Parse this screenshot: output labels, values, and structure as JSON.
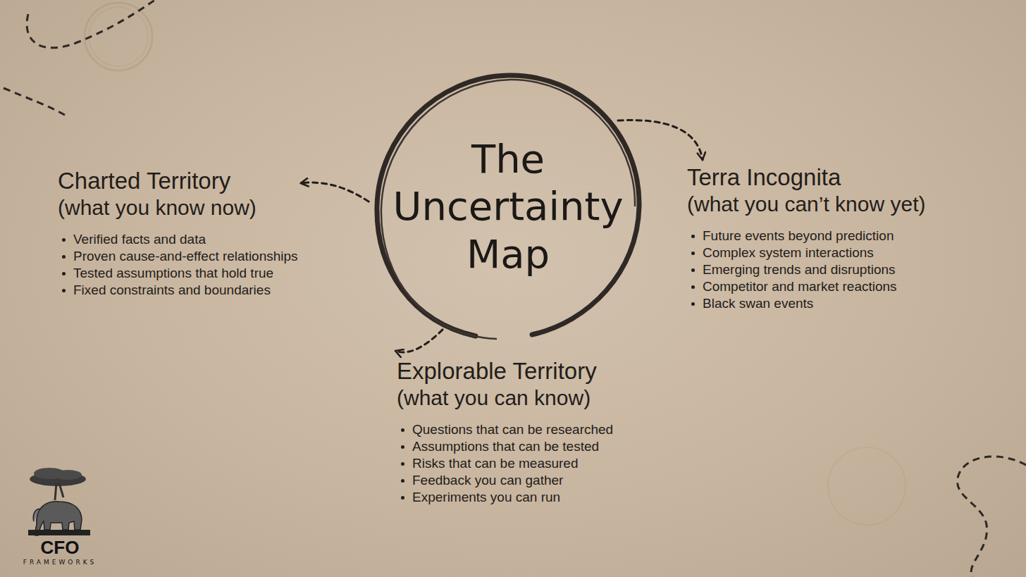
{
  "diagram": {
    "nodes": [
      {
        "text": [
          "The Uncertainty Map"
        ]
      },
      {
        "text": [
          "Charted Territory",
          "(what you know now)",
          "Verified facts and data",
          "Proven cause-and-effect relationships",
          "Tested assumptions that hold true",
          "Fixed constraints and boundaries"
        ]
      },
      {
        "text": [
          "Terra Incognita",
          "(what you can’t know yet)",
          "Future events beyond prediction",
          "Complex system interactions",
          "Emerging trends and disruptions",
          "Competitor and market reactions",
          "Black swan events"
        ]
      },
      {
        "text": [
          "Explorable Territory",
          "(what you can know)",
          "Questions that can be researched",
          "Assumptions that can be tested",
          "Risks that can be measured",
          "Feedback you can gather",
          "Experiments you can run"
        ]
      }
    ],
    "edges": [
      {
        "from": 0,
        "to": 1,
        "arrow": "to"
      },
      {
        "from": 0,
        "to": 2,
        "arrow": "to"
      },
      {
        "from": 0,
        "to": 3,
        "arrow": "to"
      }
    ],
    "labels": [
      "CFO",
      "FRAMEWORKS"
    ]
  }
}
